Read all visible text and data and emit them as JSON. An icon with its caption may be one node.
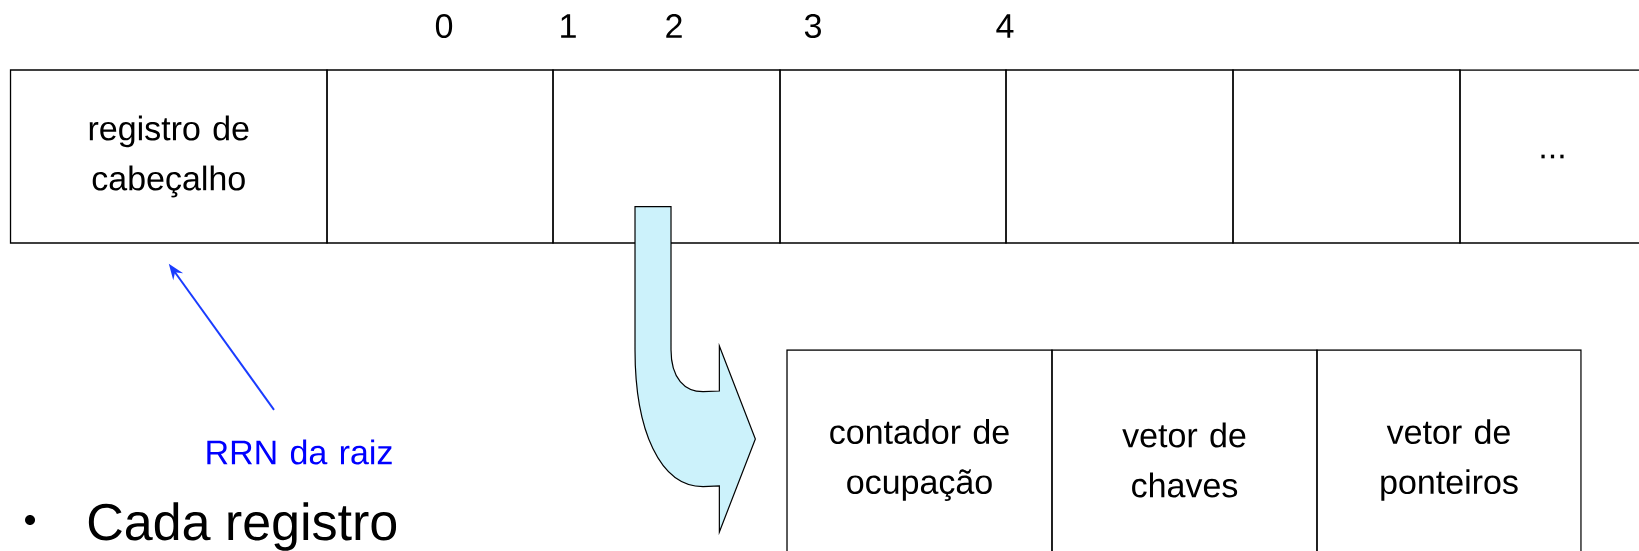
{
  "diagram": {
    "nodes": [
      {
        "text": [
          "registro de cabeçalho"
        ]
      },
      {
        "text": [],
        "shape": "box"
      },
      {
        "text": [],
        "shape": "box"
      },
      {
        "text": [],
        "shape": "box"
      },
      {
        "text": [],
        "shape": "box"
      },
      {
        "text": [],
        "shape": "box"
      },
      {
        "text": [
          "..."
        ]
      },
      {
        "text": [
          "contador de ocupação"
        ]
      },
      {
        "text": [
          "vetor de chaves"
        ]
      },
      {
        "text": [
          "vetor de ponteiros"
        ]
      },
      {
        "text": [
          "RRN da raiz"
        ]
      }
    ],
    "edges": [
      {
        "from": 2,
        "to": 7,
        "arrow": "to",
        "style": "thick",
        "color": "#ccf2fb"
      },
      {
        "from": 10,
        "to": 0,
        "arrow": "to",
        "color": "#1a3cff"
      }
    ],
    "labels": [
      "0",
      "1",
      "2",
      "3",
      "4",
      "Cada registro"
    ]
  }
}
